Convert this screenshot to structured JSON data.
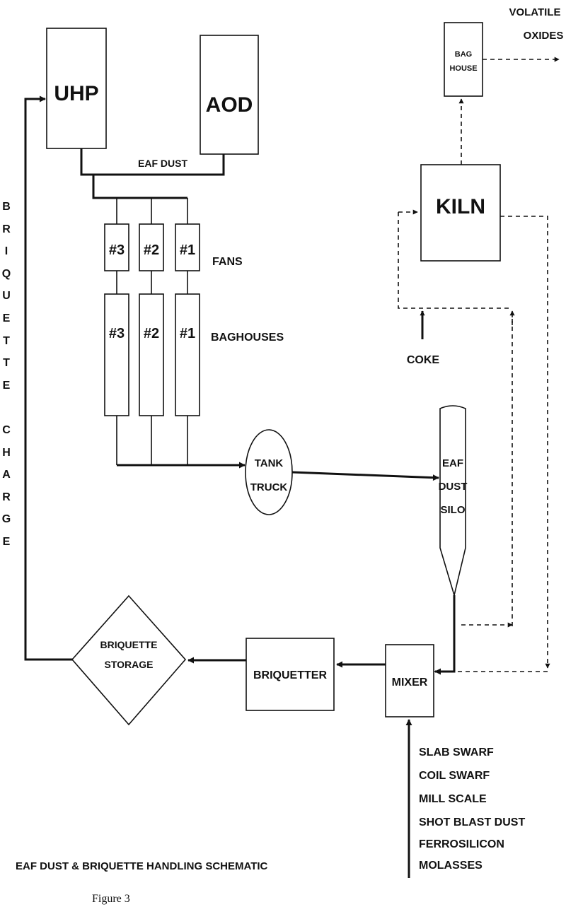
{
  "units": {
    "uhp": "UHP",
    "aod": "AOD",
    "bag_house": [
      "BAG",
      "HOUSE"
    ],
    "kiln": "KILN",
    "eaf_dust_silo": [
      "EAF",
      "DUST",
      "SILO"
    ],
    "tank_truck": [
      "TANK",
      "TRUCK"
    ],
    "mixer": "MIXER",
    "briquetter": "BRIQUETTER",
    "briquette_storage": [
      "BRIQUETTE",
      "STORAGE"
    ],
    "fans": [
      "#3",
      "#2",
      "#1"
    ],
    "baghouses": [
      "#3",
      "#2",
      "#1"
    ]
  },
  "labels": {
    "eaf_dust": "EAF DUST",
    "fans": "FANS",
    "baghouses": "BAGHOUSES",
    "coke": "COKE",
    "volatile_oxides": [
      "VOLATILE",
      "OXIDES"
    ],
    "briquette_charge_vertical": [
      "B",
      "R",
      "I",
      "Q",
      "U",
      "E",
      "T",
      "T",
      "E",
      "",
      "C",
      "H",
      "A",
      "R",
      "G",
      "E"
    ]
  },
  "mixer_inputs": [
    "SLAB SWARF",
    "COIL SWARF",
    "MILL SCALE",
    "SHOT BLAST DUST",
    "FERROSILICON",
    "MOLASSES"
  ],
  "caption": {
    "title": "EAF DUST & BRIQUETTE HANDLING SCHEMATIC",
    "figure": "Figure 3"
  }
}
